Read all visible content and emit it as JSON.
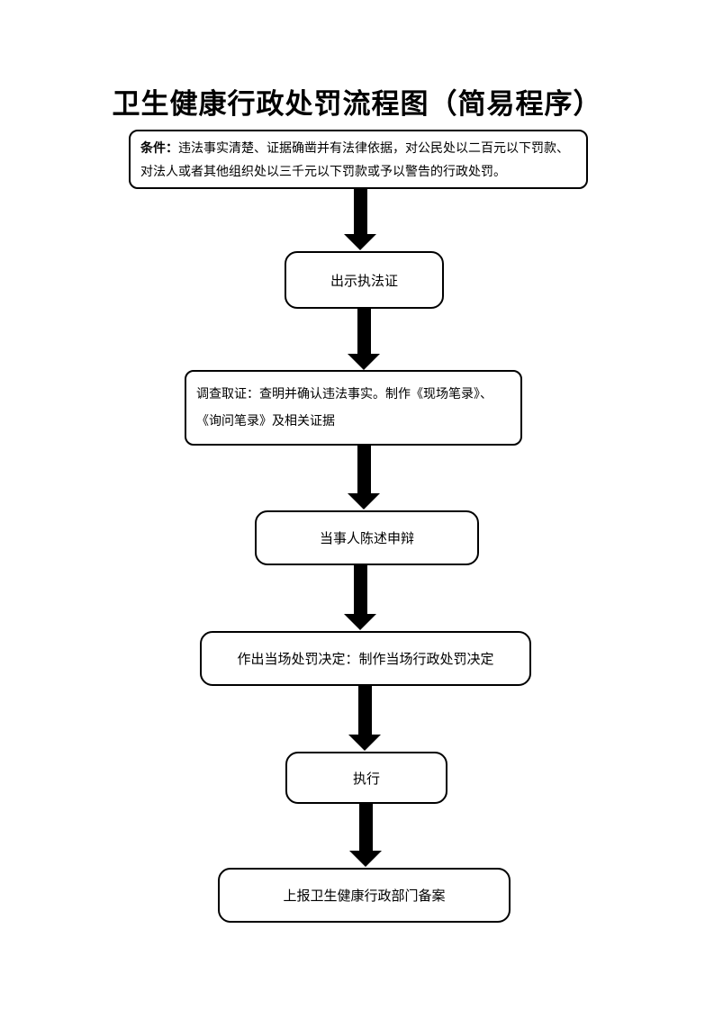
{
  "page": {
    "title": "卫生健康行政处罚流程图（简易程序）",
    "background_color": "#ffffff",
    "line_color": "#000000"
  },
  "flowchart": {
    "condition": {
      "label": "条件：",
      "text": "违法事实清楚、证据确凿并有法律依据，对公民处以二百元以下罚款、对法人或者其他组织处以三千元以下罚款或予以警告的行政处罚。"
    },
    "steps": [
      {
        "text": "出示执法证"
      },
      {
        "text": "调查取证：查明并确认违法事实。制作《现场笔录》、《询问笔录》及相关证据"
      },
      {
        "text": "当事人陈述申辩"
      },
      {
        "text": "作出当场处罚决定：制作当场行政处罚决定"
      },
      {
        "text": "执行"
      },
      {
        "text": "上报卫生健康行政部门备案"
      }
    ]
  }
}
